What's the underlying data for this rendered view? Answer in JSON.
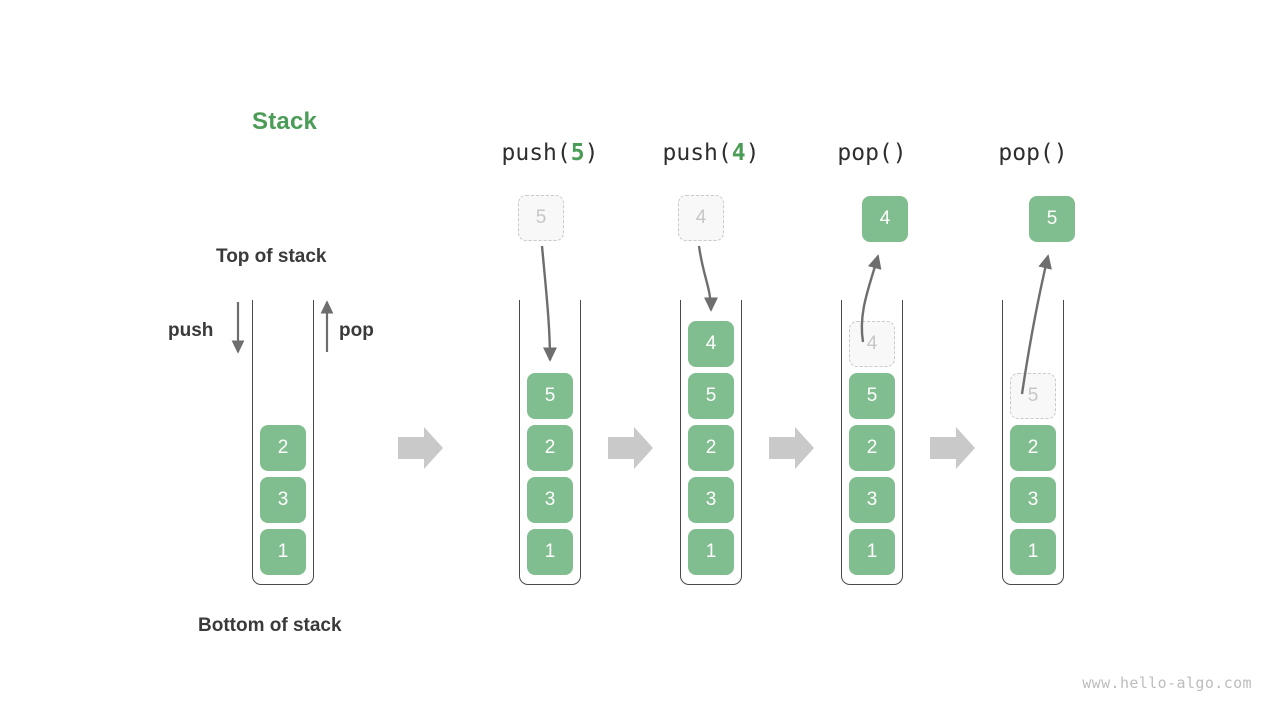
{
  "diagram": {
    "title": "Stack",
    "title_color": "#4a9c56",
    "cell_color": "#81be8f",
    "ghost_color": "#f8f8f8",
    "arrow_color": "#6e6e6e",
    "step_arrow_color": "#c9c9c9",
    "watermark": "www.hello-algo.com"
  },
  "labels": {
    "top_of_stack": "Top of stack",
    "bottom_of_stack": "Bottom of stack",
    "push": "push",
    "pop": "pop"
  },
  "columns": [
    {
      "id": "initial",
      "header_prefix": "",
      "header_arg": "",
      "header_suffix": "",
      "cells": [
        "2",
        "3",
        "1"
      ],
      "floating": null,
      "ghost_index": null
    },
    {
      "id": "push5",
      "header_prefix": "push(",
      "header_arg": "5",
      "header_suffix": ")",
      "cells": [
        "5",
        "2",
        "3",
        "1"
      ],
      "floating": {
        "value": "5",
        "style": "ghost"
      },
      "ghost_index": null
    },
    {
      "id": "push4",
      "header_prefix": "push(",
      "header_arg": "4",
      "header_suffix": ")",
      "cells": [
        "4",
        "5",
        "2",
        "3",
        "1"
      ],
      "floating": {
        "value": "4",
        "style": "ghost"
      },
      "ghost_index": null
    },
    {
      "id": "pop1",
      "header_prefix": "pop(",
      "header_arg": "",
      "header_suffix": ")",
      "cells": [
        "4",
        "5",
        "2",
        "3",
        "1"
      ],
      "floating": {
        "value": "4",
        "style": "solid"
      },
      "ghost_index": 0
    },
    {
      "id": "pop2",
      "header_prefix": "pop(",
      "header_arg": "",
      "header_suffix": ")",
      "cells": [
        "5",
        "2",
        "3",
        "1"
      ],
      "floating": {
        "value": "5",
        "style": "solid"
      },
      "ghost_index": 0
    }
  ]
}
